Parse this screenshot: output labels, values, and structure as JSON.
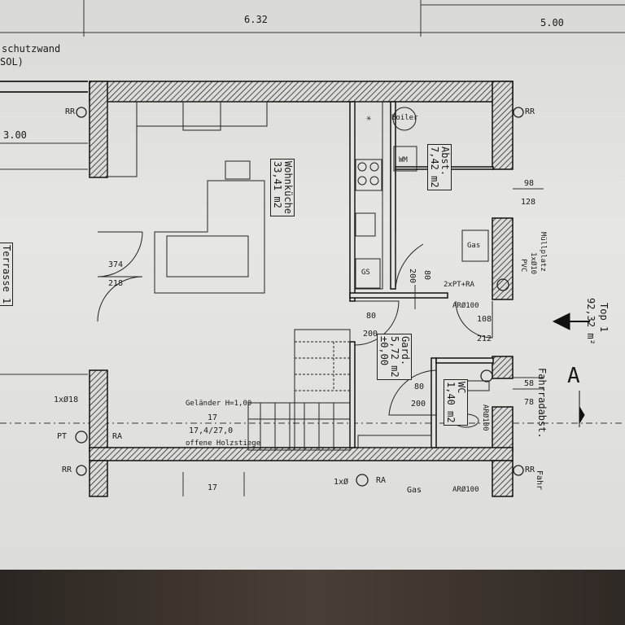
{
  "dims": {
    "top_left": "6.32",
    "top_right": "5.00",
    "left_row": "3.00"
  },
  "labels": {
    "wall_note_1": "schutzwand",
    "wall_note_2": "SOL)",
    "rr": "RR",
    "terrace": "Terrasse 1",
    "door_left_w": "374",
    "door_left_h": "218",
    "boiler": "Boiler",
    "wm": "WM",
    "gas": "Gas",
    "gs": "GS",
    "pt": "PT",
    "ra": "RA",
    "pipe_left": "1xØ18",
    "pipe_right_1": "Müllplatz",
    "pipe_right_2": "1xØ10",
    "pipe_right_3": "PVC",
    "pt_ra": "2xPT+RA",
    "ar100": "ARØ100",
    "ar100_b": "ARØ100",
    "h108": "108",
    "h212": "212",
    "d98": "98",
    "d128": "128",
    "d58": "58",
    "d78": "78",
    "d80a": "80",
    "d200a": "200",
    "d80b": "80",
    "d200b": "200",
    "d80c": "80",
    "d200c": "200",
    "stair_rail": "Geländer H=1,00",
    "stair_count": "17",
    "stair_dims": "17,4/27,0",
    "stair_type": "offene Holzstiege",
    "stair_count_b": "17",
    "fahrrad": "Fahrradabst.",
    "fahr": "Fahr",
    "top": "Top 1",
    "top_area": "92,32 m²",
    "section": "A",
    "pipe_bottom": "1xØ"
  },
  "rooms": {
    "wohn": {
      "name": "Wohnküche",
      "area": "33,41 m2"
    },
    "abst": {
      "name": "Abst.",
      "area": "7,42 m2"
    },
    "gard": {
      "name": "Gard.",
      "area": "5,72 m2",
      "level": "±0,00"
    },
    "wc": {
      "name": "WC",
      "area": "1,40 m2"
    }
  },
  "colors": {
    "paper": "#e4e4e2",
    "ink": "#1a1a1a",
    "hatch": "#3a3a3a"
  }
}
